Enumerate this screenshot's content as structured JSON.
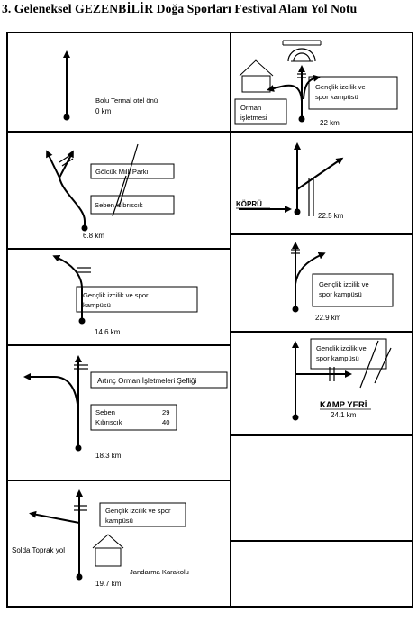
{
  "title": "3. Geleneksel GEZENBİLİR Doğa Sporları Festival Alanı Yol Notu",
  "panels": {
    "p1": {
      "label": "Bolu Termal otel önü",
      "km": "0 km"
    },
    "p2": {
      "label_a": "Gölcük Milli Parkı",
      "label_b": "Seben Kıbrıscık",
      "km": "6.8 km"
    },
    "p3": {
      "label_line1": "Gençlik izcilik ve spor",
      "label_line2": "kampüsü",
      "km": "14.6 km"
    },
    "p4": {
      "label": "Artınç Orman İşletmeleri Şefliği",
      "dest1_name": "Seben",
      "dest1_val": "29",
      "dest2_name": "Kıbrıscık",
      "dest2_val": "40",
      "km": "18.3 km"
    },
    "p5": {
      "label_line1": "Gençlik izcilik ve spor",
      "label_line2": "kampüsü",
      "left_label": "Solda Toprak yol",
      "building_label": "Jandarma Karakolu",
      "km": "19.7 km"
    },
    "p6": {
      "label_line1": "Gençlik izcilik ve",
      "label_line2": "spor kampüsü",
      "orman_line1": "Orman",
      "orman_line2": "işletmesi",
      "km": "22 km"
    },
    "p7": {
      "bridge": "KÖPRÜ",
      "km": "22.5 km"
    },
    "p8": {
      "label_line1": "Gençlik izcilik ve",
      "label_line2": "spor kampüsü",
      "km": "22.9 km"
    },
    "p9": {
      "label_line1": "Gençlik izcilik ve",
      "label_line2": "spor kampüsü",
      "camp": "KAMP YERİ",
      "km": "24.1 km"
    }
  }
}
